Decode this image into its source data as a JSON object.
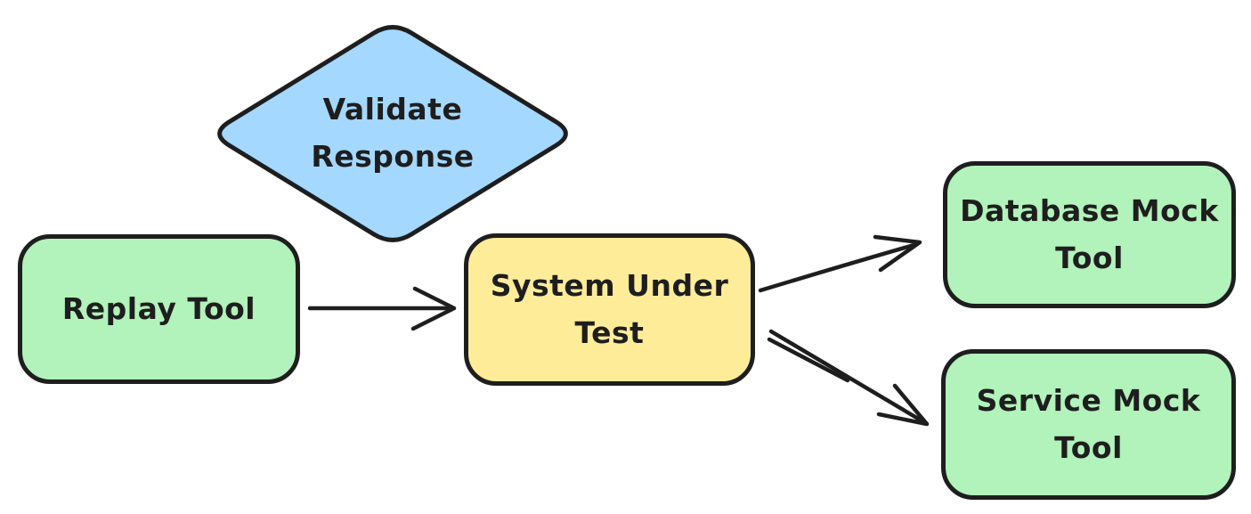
{
  "diagram": {
    "background": "#ffffff",
    "stroke_color": "#1e1e1e",
    "style": "hand-drawn-flowchart",
    "nodes": [
      {
        "id": "validate-response",
        "shape": "diamond",
        "label": "Validate\nResponse",
        "fill": "#a5d8ff"
      },
      {
        "id": "replay-tool",
        "shape": "rounded-rect",
        "label": "Replay Tool",
        "fill": "#b2f2bb"
      },
      {
        "id": "system-under-test",
        "shape": "rounded-rect",
        "label": "System Under\nTest",
        "fill": "#ffec99"
      },
      {
        "id": "database-mock-tool",
        "shape": "rounded-rect",
        "label": "Database Mock\nTool",
        "fill": "#b2f2bb"
      },
      {
        "id": "service-mock-tool",
        "shape": "rounded-rect",
        "label": "Service Mock\nTool",
        "fill": "#b2f2bb"
      }
    ],
    "edges": [
      {
        "from": "replay-tool",
        "to": "system-under-test",
        "type": "arrow"
      },
      {
        "from": "system-under-test",
        "to": "database-mock-tool",
        "type": "arrow"
      },
      {
        "from": "system-under-test",
        "to": "service-mock-tool",
        "type": "arrow"
      }
    ]
  }
}
